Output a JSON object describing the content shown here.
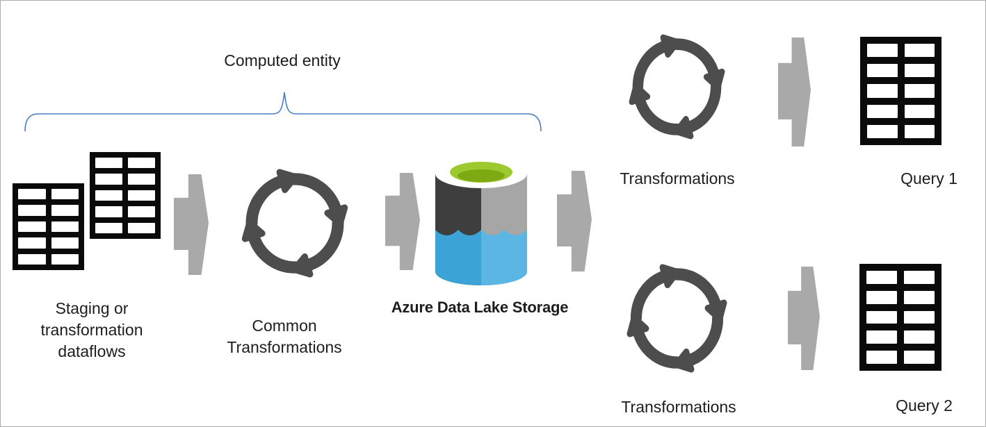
{
  "diagram": {
    "labels": {
      "computed_entity": "Computed entity",
      "staging_line1": "Staging or",
      "staging_line2": "transformation",
      "staging_line3": "dataflows",
      "common_line1": "Common",
      "common_line2": "Transformations",
      "adls": "Azure Data Lake Storage",
      "transformations_top": "Transformations",
      "transformations_bottom": "Transformations",
      "query1": "Query 1",
      "query2": "Query 2"
    },
    "icons": {
      "staging_tables": "table-grid-icon",
      "flow_arrow": "block-arrow-right-icon",
      "transform_cycle": "sync-cycle-arrows-icon",
      "adls_cylinder": "azure-data-lake-storage-cylinder-icon",
      "query_tables": "table-grid-icon",
      "brace": "curly-brace-icon"
    },
    "colors": {
      "text_color": "#1d1d1d",
      "brace_blue": "#4a7dc6",
      "icon_dark_gray": "#4d4d4d",
      "arrow_gray": "#a9a9a9",
      "table_black": "#0a0a0a",
      "adls_body_dark": "#3e3e3e",
      "adls_body_gray": "#a6a6a6",
      "adls_water_left": "#3ba3d5",
      "adls_water_right": "#5cb6e3",
      "adls_green_outer": "#9bc92e",
      "adls_green_inner": "#7fa912",
      "border_gray": "#ababab"
    }
  }
}
